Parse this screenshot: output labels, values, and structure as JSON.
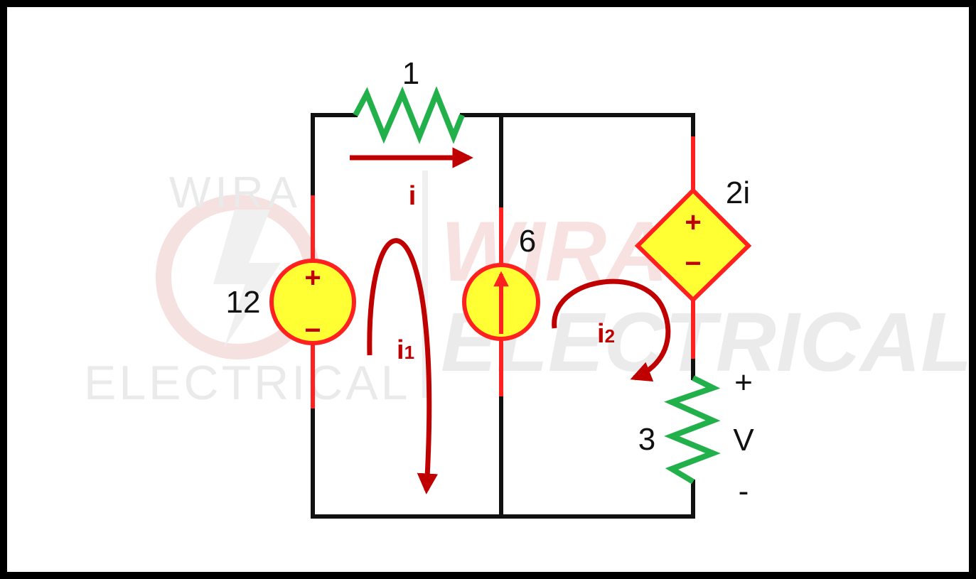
{
  "watermark": {
    "small_top": "WIRA",
    "small_bottom": "ELECTRICAL",
    "large_top": "WIRA",
    "large_bottom": "ELECTRICAL"
  },
  "components": {
    "top_resistor": {
      "label": "1"
    },
    "voltage_source": {
      "label": "12",
      "plus": "+",
      "minus": "−"
    },
    "current_source": {
      "label": "6"
    },
    "dependent_source": {
      "label": "2i",
      "plus": "+",
      "minus": "−"
    },
    "bottom_resistor": {
      "label": "3"
    }
  },
  "currents": {
    "branch": {
      "label": "i"
    },
    "mesh1": {
      "label": "i",
      "subscript": "1"
    },
    "mesh2": {
      "label": "i",
      "subscript": "2"
    }
  },
  "voltage": {
    "plus": "+",
    "label": "V",
    "minus": "-"
  },
  "colors": {
    "wire": "#111111",
    "branch_wire": "#ff2020",
    "resistor": "#22b04a",
    "source_fill": "#ffff33",
    "source_stroke": "#ff2020",
    "arrow": "#c00000",
    "frame": "#000000"
  }
}
